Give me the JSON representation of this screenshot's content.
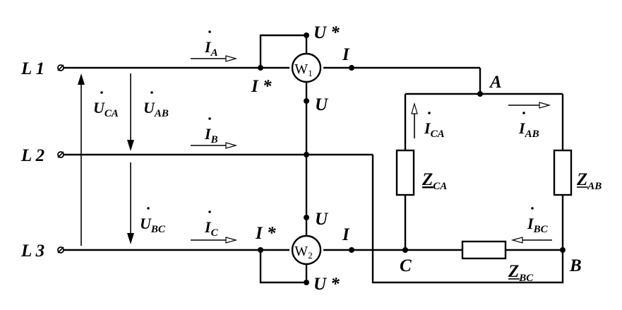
{
  "lines": {
    "l1": "L 1",
    "l2": "L 2",
    "l3": "L 3"
  },
  "voltages": {
    "u_ca": {
      "main": "U",
      "sub": "CA"
    },
    "u_ab": {
      "main": "U",
      "sub": "AB"
    },
    "u_bc": {
      "main": "U",
      "sub": "BC"
    }
  },
  "line_currents": {
    "i_a": {
      "main": "I",
      "sub": "A"
    },
    "i_b": {
      "main": "I",
      "sub": "B"
    },
    "i_c": {
      "main": "I",
      "sub": "C"
    }
  },
  "phase_currents": {
    "i_ca": {
      "main": "I",
      "sub": "CA"
    },
    "i_ab": {
      "main": "I",
      "sub": "AB"
    },
    "i_bc": {
      "main": "I",
      "sub": "BC"
    }
  },
  "impedances": {
    "z_ca": {
      "main": "Z",
      "sub": "CA"
    },
    "z_ab": {
      "main": "Z",
      "sub": "AB"
    },
    "z_bc": {
      "main": "Z",
      "sub": "BC"
    }
  },
  "wattmeters": {
    "w1": {
      "main": "W",
      "sub": "1"
    },
    "w2": {
      "main": "W",
      "sub": "2"
    }
  },
  "terminals": {
    "w1_u_star": "U *",
    "w1_i_star": "I *",
    "w1_i": "I",
    "w1_u": "U",
    "w2_u_star": "U *",
    "w2_i_star": "I *",
    "w2_i": "I",
    "w2_u": "U"
  },
  "nodes": {
    "a": "A",
    "b": "B",
    "c": "C"
  }
}
